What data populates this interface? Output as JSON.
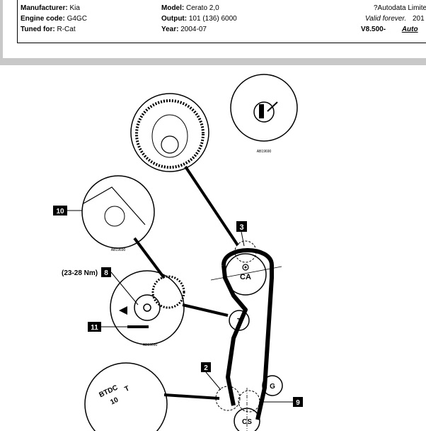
{
  "header": {
    "manufacturer_label": "Manufacturer:",
    "manufacturer_value": "Kia",
    "engine_code_label": "Engine code:",
    "engine_code_value": "G4GC",
    "tuned_for_label": "Tuned for:",
    "tuned_for_value": "R-Cat",
    "model_label": "Model:",
    "model_value": "Cerato  2,0",
    "output_label": "Output:",
    "output_value": "101 (136) 6000",
    "year_label": "Year:",
    "year_value": "2004-07",
    "copyright": "?Autodata Limite",
    "valid_label": "Valid forever.",
    "valid_year": "201",
    "version": "V8.500-",
    "logo_text": "Auto"
  },
  "diagram": {
    "ref_code_top": "AB19690",
    "ref_code_detail10": "AB19690",
    "ref_code_tensioner": "AB19690",
    "callout_3": "3",
    "callout_10": "10",
    "callout_8": "8",
    "callout_11": "11",
    "callout_2": "2",
    "callout_9": "9",
    "torque": "(23-28 Nm)",
    "label_ca": "CA",
    "label_t": "T",
    "label_g": "G",
    "label_cs": "CS",
    "crank_scale_btdc": "BTDC",
    "crank_scale_10": "10",
    "crank_scale_t": "T"
  }
}
